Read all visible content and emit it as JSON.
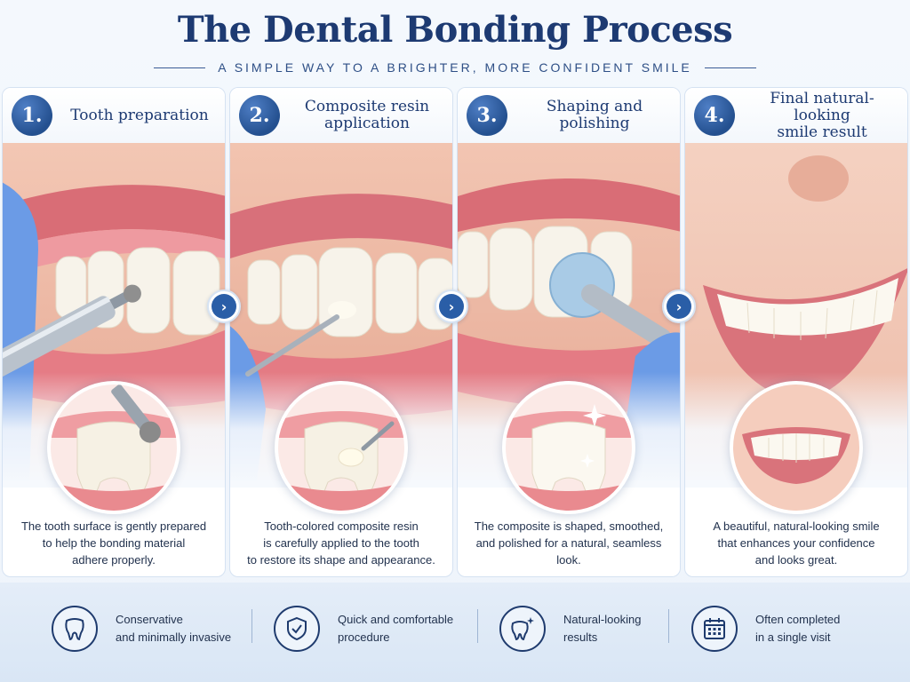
{
  "header": {
    "title": "The Dental Bonding Process",
    "subtitle": "A SIMPLE WAY TO A BRIGHTER, MORE CONFIDENT SMILE"
  },
  "steps": [
    {
      "number": "1.",
      "title": "Tooth preparation",
      "description": "The tooth surface is gently prepared\nto help the bonding material\nadhere properly.",
      "photo_icon": "dental-drill-on-tooth",
      "inset_icon": "tooth-with-burr-icon"
    },
    {
      "number": "2.",
      "title": "Composite resin\napplication",
      "description": "Tooth-colored composite resin\nis carefully applied to the tooth\nto restore its shape and appearance.",
      "photo_icon": "resin-applicator-on-tooth",
      "inset_icon": "tooth-with-resin-icon"
    },
    {
      "number": "3.",
      "title": "Shaping and polishing",
      "description": "The composite is shaped, smoothed,\nand polished for a natural, seamless\nlook.",
      "photo_icon": "polishing-disc-on-tooth",
      "inset_icon": "shiny-tooth-icon"
    },
    {
      "number": "4.",
      "title": "Final natural-looking\nsmile result",
      "description": "A beautiful, natural-looking smile\nthat enhances your confidence\nand looks great.",
      "photo_icon": "smiling-face",
      "inset_icon": "smile-closeup-icon"
    }
  ],
  "benefits": [
    {
      "text": "Conservative\nand minimally invasive",
      "icon": "tooth-icon"
    },
    {
      "text": "Quick and comfortable\nprocedure",
      "icon": "shield-check-icon"
    },
    {
      "text": "Natural-looking\nresults",
      "icon": "sparkle-tooth-icon"
    },
    {
      "text": "Often completed\nin a single visit",
      "icon": "calendar-icon"
    }
  ],
  "colors": {
    "primary": "#1d3a72",
    "accent": "#2a5ea7",
    "gums": "#e98a8f",
    "tooth": "#f6f1e4",
    "glove": "#6b9be6"
  }
}
